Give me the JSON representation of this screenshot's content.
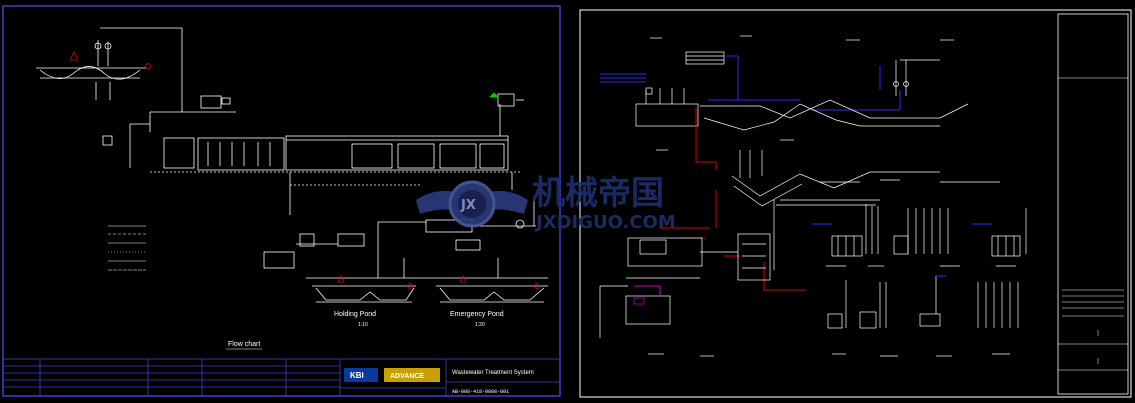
{
  "sheet_left": {
    "pond_labels": [
      "Holding Pond",
      "Emergency Pond"
    ],
    "pond_subs": [
      "1:10",
      "1:20"
    ],
    "caption": "Flow chart",
    "title_block": {
      "logo_kbi": "KBI",
      "logo_advance": "ADVANCE",
      "project": "Wastewater Treatment System",
      "drawing_no": "AB-008-418-0008-001"
    }
  },
  "watermark": {
    "cn": "机械帝国",
    "en": "JXDIGUO.COM",
    "badge": "JX"
  },
  "colors": {
    "line": "#ffffff",
    "frame": "#3f3fd0",
    "green": "#00d000",
    "red": "#e00000",
    "blue": "#2a2aff",
    "magenta": "#d000d0",
    "yellow": "#e0d000",
    "watermark": "#1e2e6e"
  }
}
